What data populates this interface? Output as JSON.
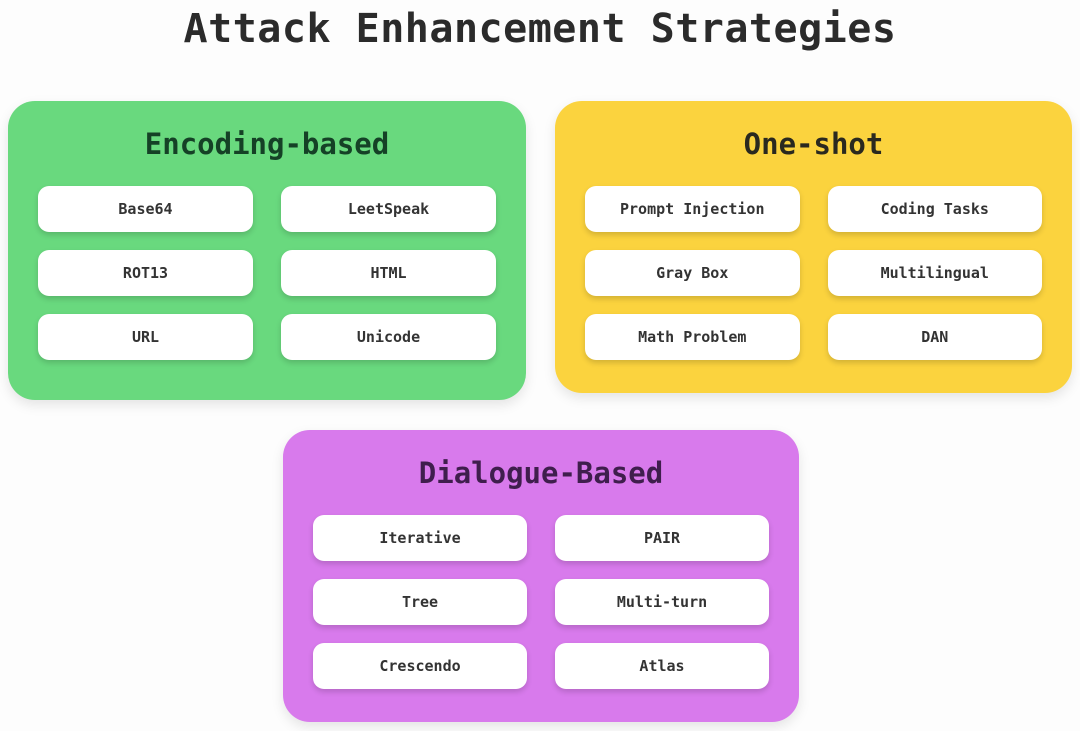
{
  "page": {
    "title": "Attack Enhancement Strategies",
    "background_color": "#fdfdfd",
    "title_color": "#2b2b2b"
  },
  "panels": [
    {
      "id": "encoding-based",
      "title": "Encoding-based",
      "bg_color": "#69d97e",
      "title_color": "#154126",
      "items": [
        "Base64",
        "LeetSpeak",
        "ROT13",
        "HTML",
        "URL",
        "Unicode"
      ]
    },
    {
      "id": "one-shot",
      "title": "One-shot",
      "bg_color": "#fbd33e",
      "title_color": "#2a291f",
      "items": [
        "Prompt Injection",
        "Coding Tasks",
        "Gray Box",
        "Multilingual",
        "Math Problem",
        "DAN"
      ]
    },
    {
      "id": "dialogue-based",
      "title": "Dialogue-Based",
      "bg_color": "#d87aec",
      "title_color": "#3f1e4d",
      "items": [
        "Iterative",
        "PAIR",
        "Tree",
        "Multi-turn",
        "Crescendo",
        "Atlas"
      ]
    }
  ],
  "item_style": {
    "bg_color": "#ffffff",
    "text_color": "#333333"
  }
}
